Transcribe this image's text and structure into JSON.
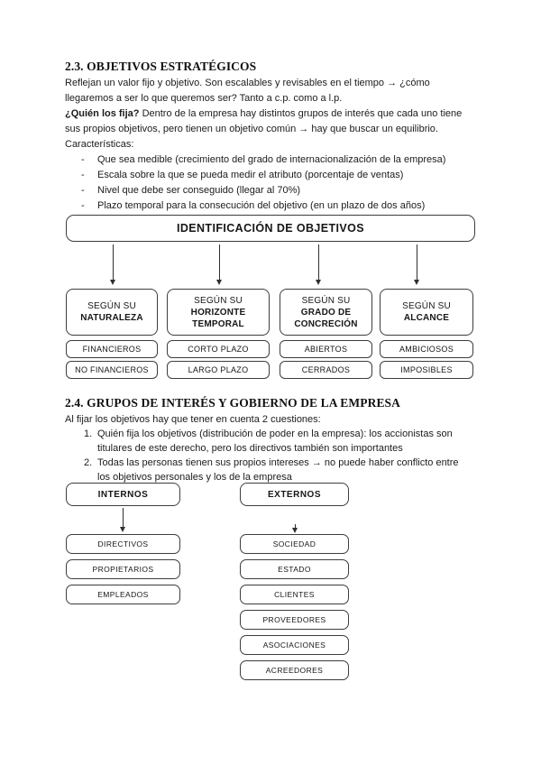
{
  "colors": {
    "ink": "#1b1b1b",
    "border": "#3d3d3d",
    "background": "#ffffff"
  },
  "doc": {
    "s23": {
      "heading": "2.3. OBJETIVOS ESTRATÉGICOS",
      "p1": [
        "Reflejan un valor fijo y objetivo. Son escalables y revisables en el tiempo → ¿cómo",
        "llegaremos a ser lo que queremos ser? Tanto a c.p. como a l.p."
      ],
      "p2_bold": "¿Quién los fija?",
      "p2_rest": " Dentro de la empresa hay distintos grupos de interés que cada uno tiene",
      "p2_line2": "sus propios objetivos, pero tienen un objetivo común → hay que buscar un equilibrio.",
      "caracteristicas": "Características:",
      "bullet_marker": "-",
      "bullets": [
        "Que sea medible (crecimiento del grado de internacionalización de la empresa)",
        "Escala sobre la que se pueda medir el atributo (porcentaje de ventas)",
        "Nivel que debe ser conseguido (llegar al 70%)",
        "Plazo temporal para la consecución del objetivo (en un plazo de dos años)"
      ]
    },
    "s24": {
      "heading": "2.4. GRUPOS DE INTERÉS Y GOBIERNO DE LA EMPRESA",
      "intro": "Al fijar los objetivos hay que tener en cuenta 2 cuestiones:",
      "items": [
        {
          "marker": "1.",
          "lines": [
            "Quién fija los objetivos (distribución de poder en la empresa): los accionistas son",
            "titulares de este derecho, pero los directivos también son importantes"
          ]
        },
        {
          "marker": "2.",
          "lines": [
            "Todas las personas tienen sus propios intereses → no puede haber conflicto entre",
            "los objetivos personales y los de la empresa"
          ]
        }
      ]
    }
  },
  "diagram1": {
    "root": "IDENTIFICACIÓN DE OBJETIVOS",
    "columns": [
      {
        "prefix": "SEGÚN SU",
        "name": "NATURALEZA",
        "items": [
          "FINANCIEROS",
          "NO FINANCIEROS"
        ]
      },
      {
        "prefix": "SEGÚN SU",
        "name": "HORIZONTE TEMPORAL",
        "items": [
          "CORTO PLAZO",
          "LARGO PLAZO"
        ]
      },
      {
        "prefix": "SEGÚN SU",
        "name": "GRADO DE CONCRECIÓN",
        "items": [
          "ABIERTOS",
          "CERRADOS"
        ]
      },
      {
        "prefix": "SEGÚN SU",
        "name": "ALCANCE",
        "items": [
          "AMBICIOSOS",
          "IMPOSIBLES"
        ]
      }
    ]
  },
  "diagram2": {
    "groups": [
      {
        "header": "INTERNOS",
        "items": [
          "DIRECTIVOS",
          "PROPIETARIOS",
          "EMPLEADOS"
        ]
      },
      {
        "header": "EXTERNOS",
        "items": [
          "SOCIEDAD",
          "ESTADO",
          "CLIENTES",
          "PROVEEDORES",
          "ASOCIACIONES",
          "ACREEDORES"
        ]
      }
    ]
  }
}
